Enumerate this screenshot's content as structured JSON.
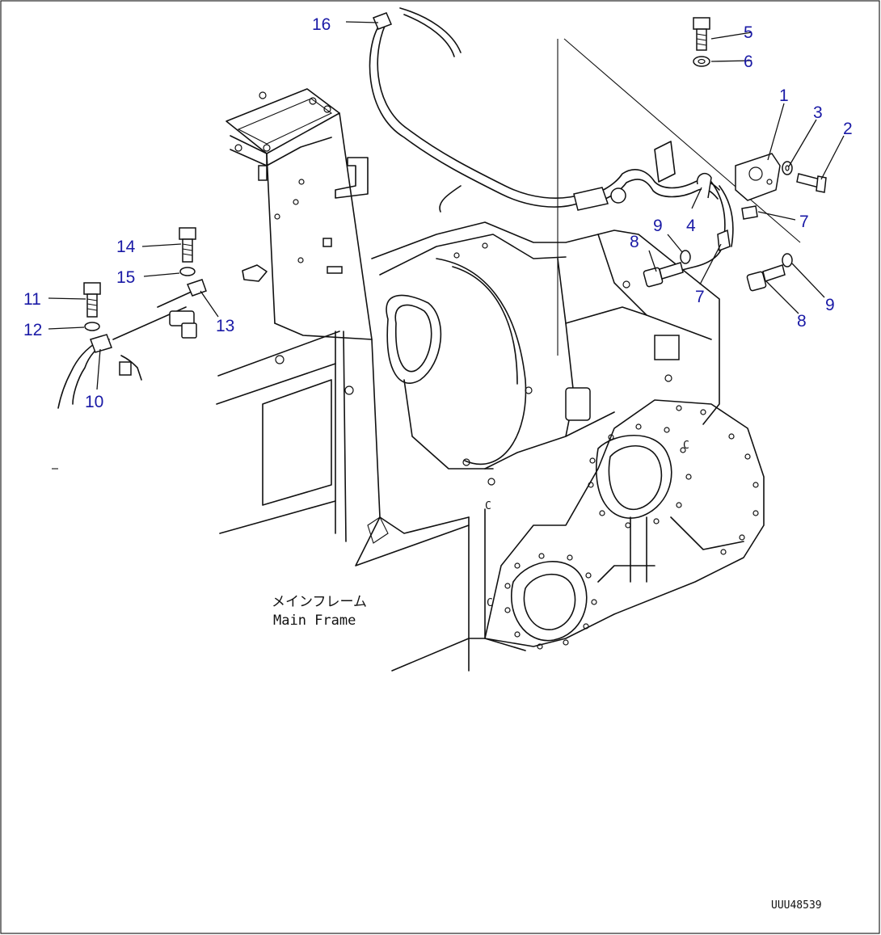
{
  "diagram": {
    "frame_label_jp": "メインフレーム",
    "frame_label_en": "Main Frame",
    "drawing_code": "UUU48539",
    "callouts": [
      {
        "id": "c1",
        "text": "1"
      },
      {
        "id": "c2",
        "text": "2"
      },
      {
        "id": "c3",
        "text": "3"
      },
      {
        "id": "c4",
        "text": "4"
      },
      {
        "id": "c5",
        "text": "5"
      },
      {
        "id": "c6",
        "text": "6"
      },
      {
        "id": "c7a",
        "text": "7"
      },
      {
        "id": "c7b",
        "text": "7"
      },
      {
        "id": "c8a",
        "text": "8"
      },
      {
        "id": "c8b",
        "text": "8"
      },
      {
        "id": "c9a",
        "text": "9"
      },
      {
        "id": "c9b",
        "text": "9"
      },
      {
        "id": "c10",
        "text": "10"
      },
      {
        "id": "c11",
        "text": "11"
      },
      {
        "id": "c12",
        "text": "12"
      },
      {
        "id": "c13",
        "text": "13"
      },
      {
        "id": "c14",
        "text": "14"
      },
      {
        "id": "c15",
        "text": "15"
      },
      {
        "id": "c16",
        "text": "16"
      }
    ],
    "colors": {
      "callout": "#1a1aa6",
      "line": "#111111",
      "background": "#ffffff"
    }
  }
}
